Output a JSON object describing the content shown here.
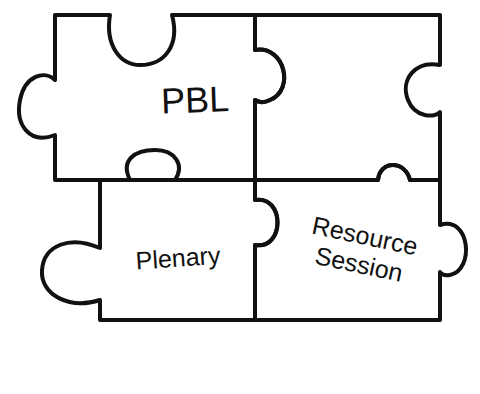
{
  "diagram": {
    "nodes": [
      {
        "text": [
          "PBL"
        ]
      },
      {
        "text": [
          "Plenary"
        ]
      },
      {
        "text": [
          "Resource Session"
        ]
      }
    ]
  }
}
